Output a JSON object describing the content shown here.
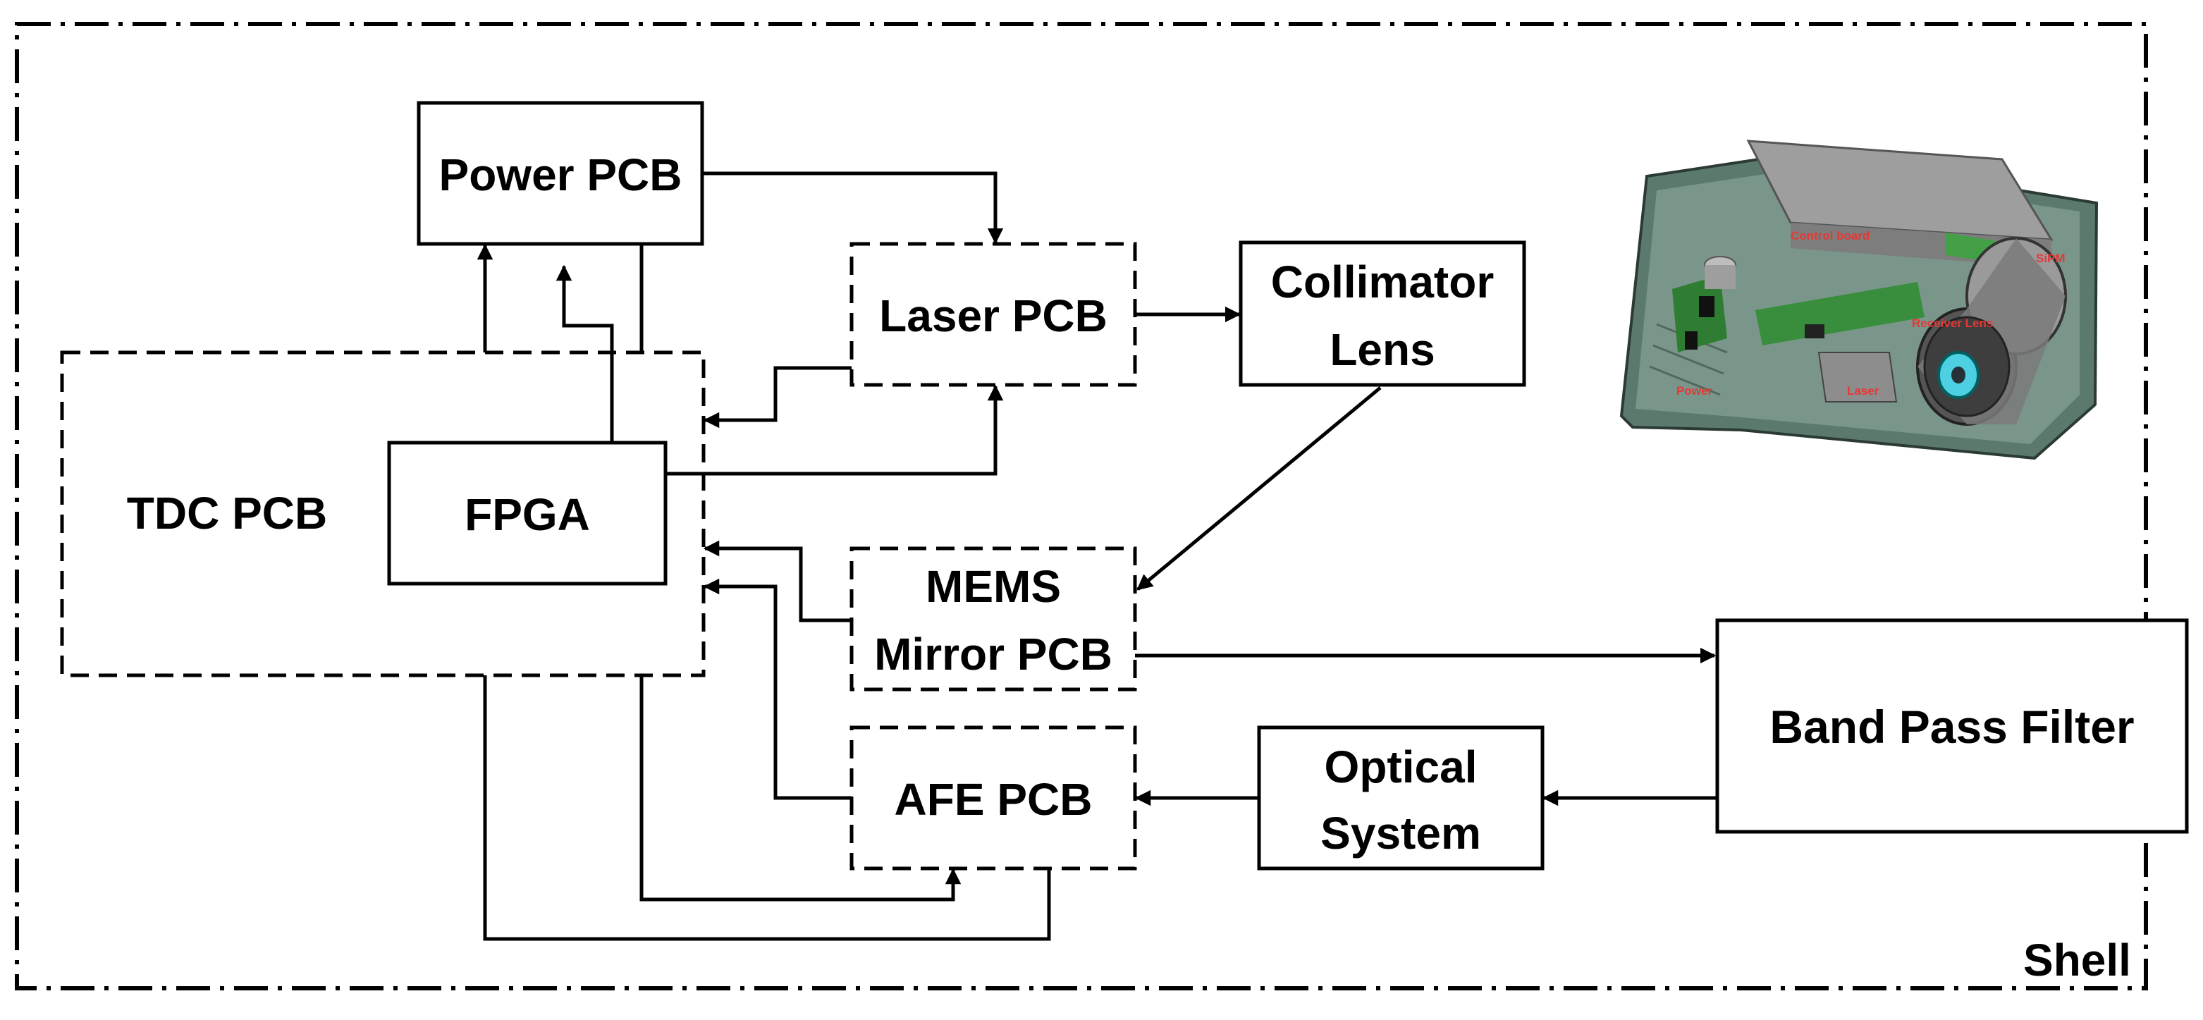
{
  "blocks": {
    "power_pcb": "Power PCB",
    "laser_pcb": "Laser PCB",
    "collimator_line1": "Collimator",
    "collimator_line2": "Lens",
    "tdc_pcb": "TDC PCB",
    "fpga": "FPGA",
    "mems_line1": "MEMS",
    "mems_line2": "Mirror PCB",
    "afe_pcb": "AFE PCB",
    "optical_line1": "Optical",
    "optical_line2": "System",
    "band_pass_filter": "Band Pass Filter"
  },
  "shell_label": "Shell",
  "render_labels": {
    "control_board": "Control board",
    "spm": "SiPM",
    "receiver_lens": "Receiver Lens",
    "power": "Power",
    "laser": "Laser"
  }
}
